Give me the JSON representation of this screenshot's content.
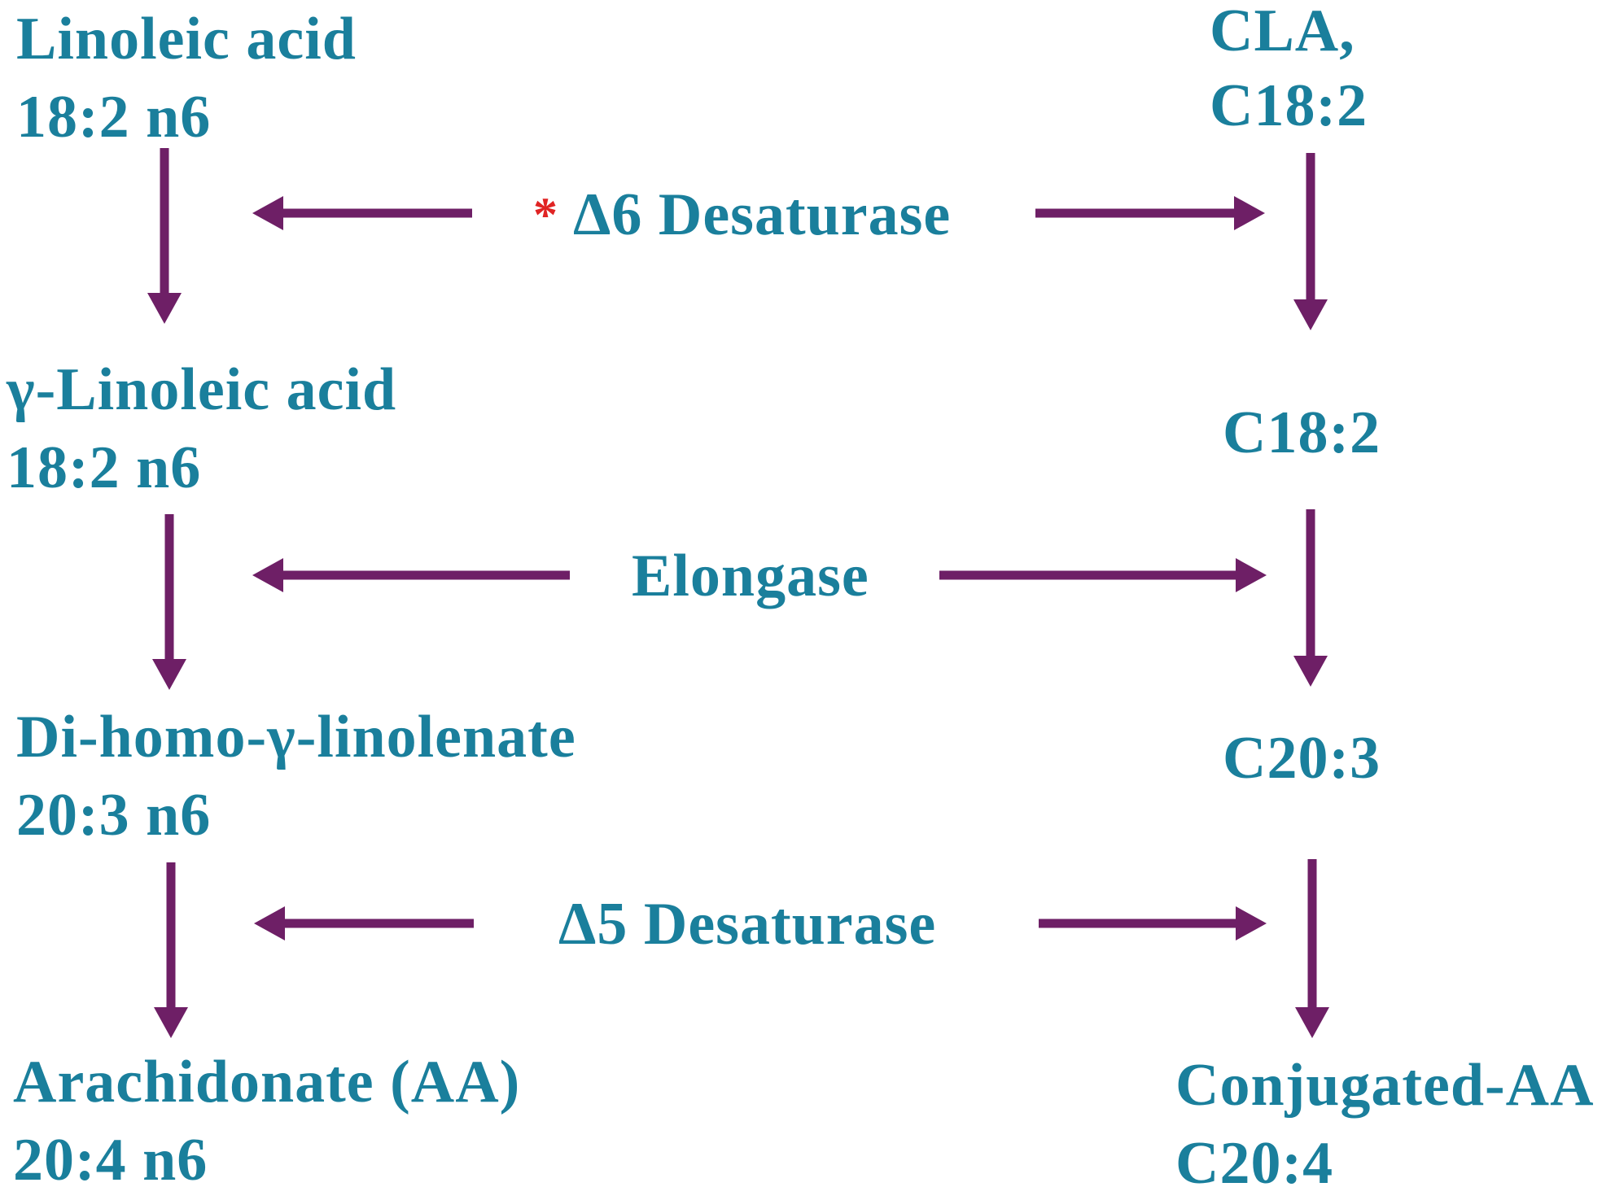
{
  "colors": {
    "text": "#1a7f9c",
    "arrow": "#6e1f66",
    "asterisk": "#e02424"
  },
  "left_column": {
    "n1": {
      "line1": "Linoleic acid",
      "line2": "18:2 n6"
    },
    "n2": {
      "line1": "γ-Linoleic acid",
      "line2": "18:2 n6"
    },
    "n3": {
      "line1": "Di-homo-γ-linolenate",
      "line2": "20:3 n6"
    },
    "n4": {
      "line1": "Arachidonate (AA)",
      "line2": "20:4 n6"
    }
  },
  "right_column": {
    "n1": {
      "line1": "CLA,",
      "line2": "C18:2"
    },
    "n2": {
      "line1": "C18:2"
    },
    "n3": {
      "line1": "C20:3"
    },
    "n4": {
      "line1": "Conjugated-AA",
      "line2": "C20:4"
    }
  },
  "enzymes": {
    "e1": {
      "asterisk": "*",
      "label": "Δ6 Desaturase"
    },
    "e2": {
      "label": "Elongase"
    },
    "e3": {
      "label": "Δ5 Desaturase"
    }
  }
}
